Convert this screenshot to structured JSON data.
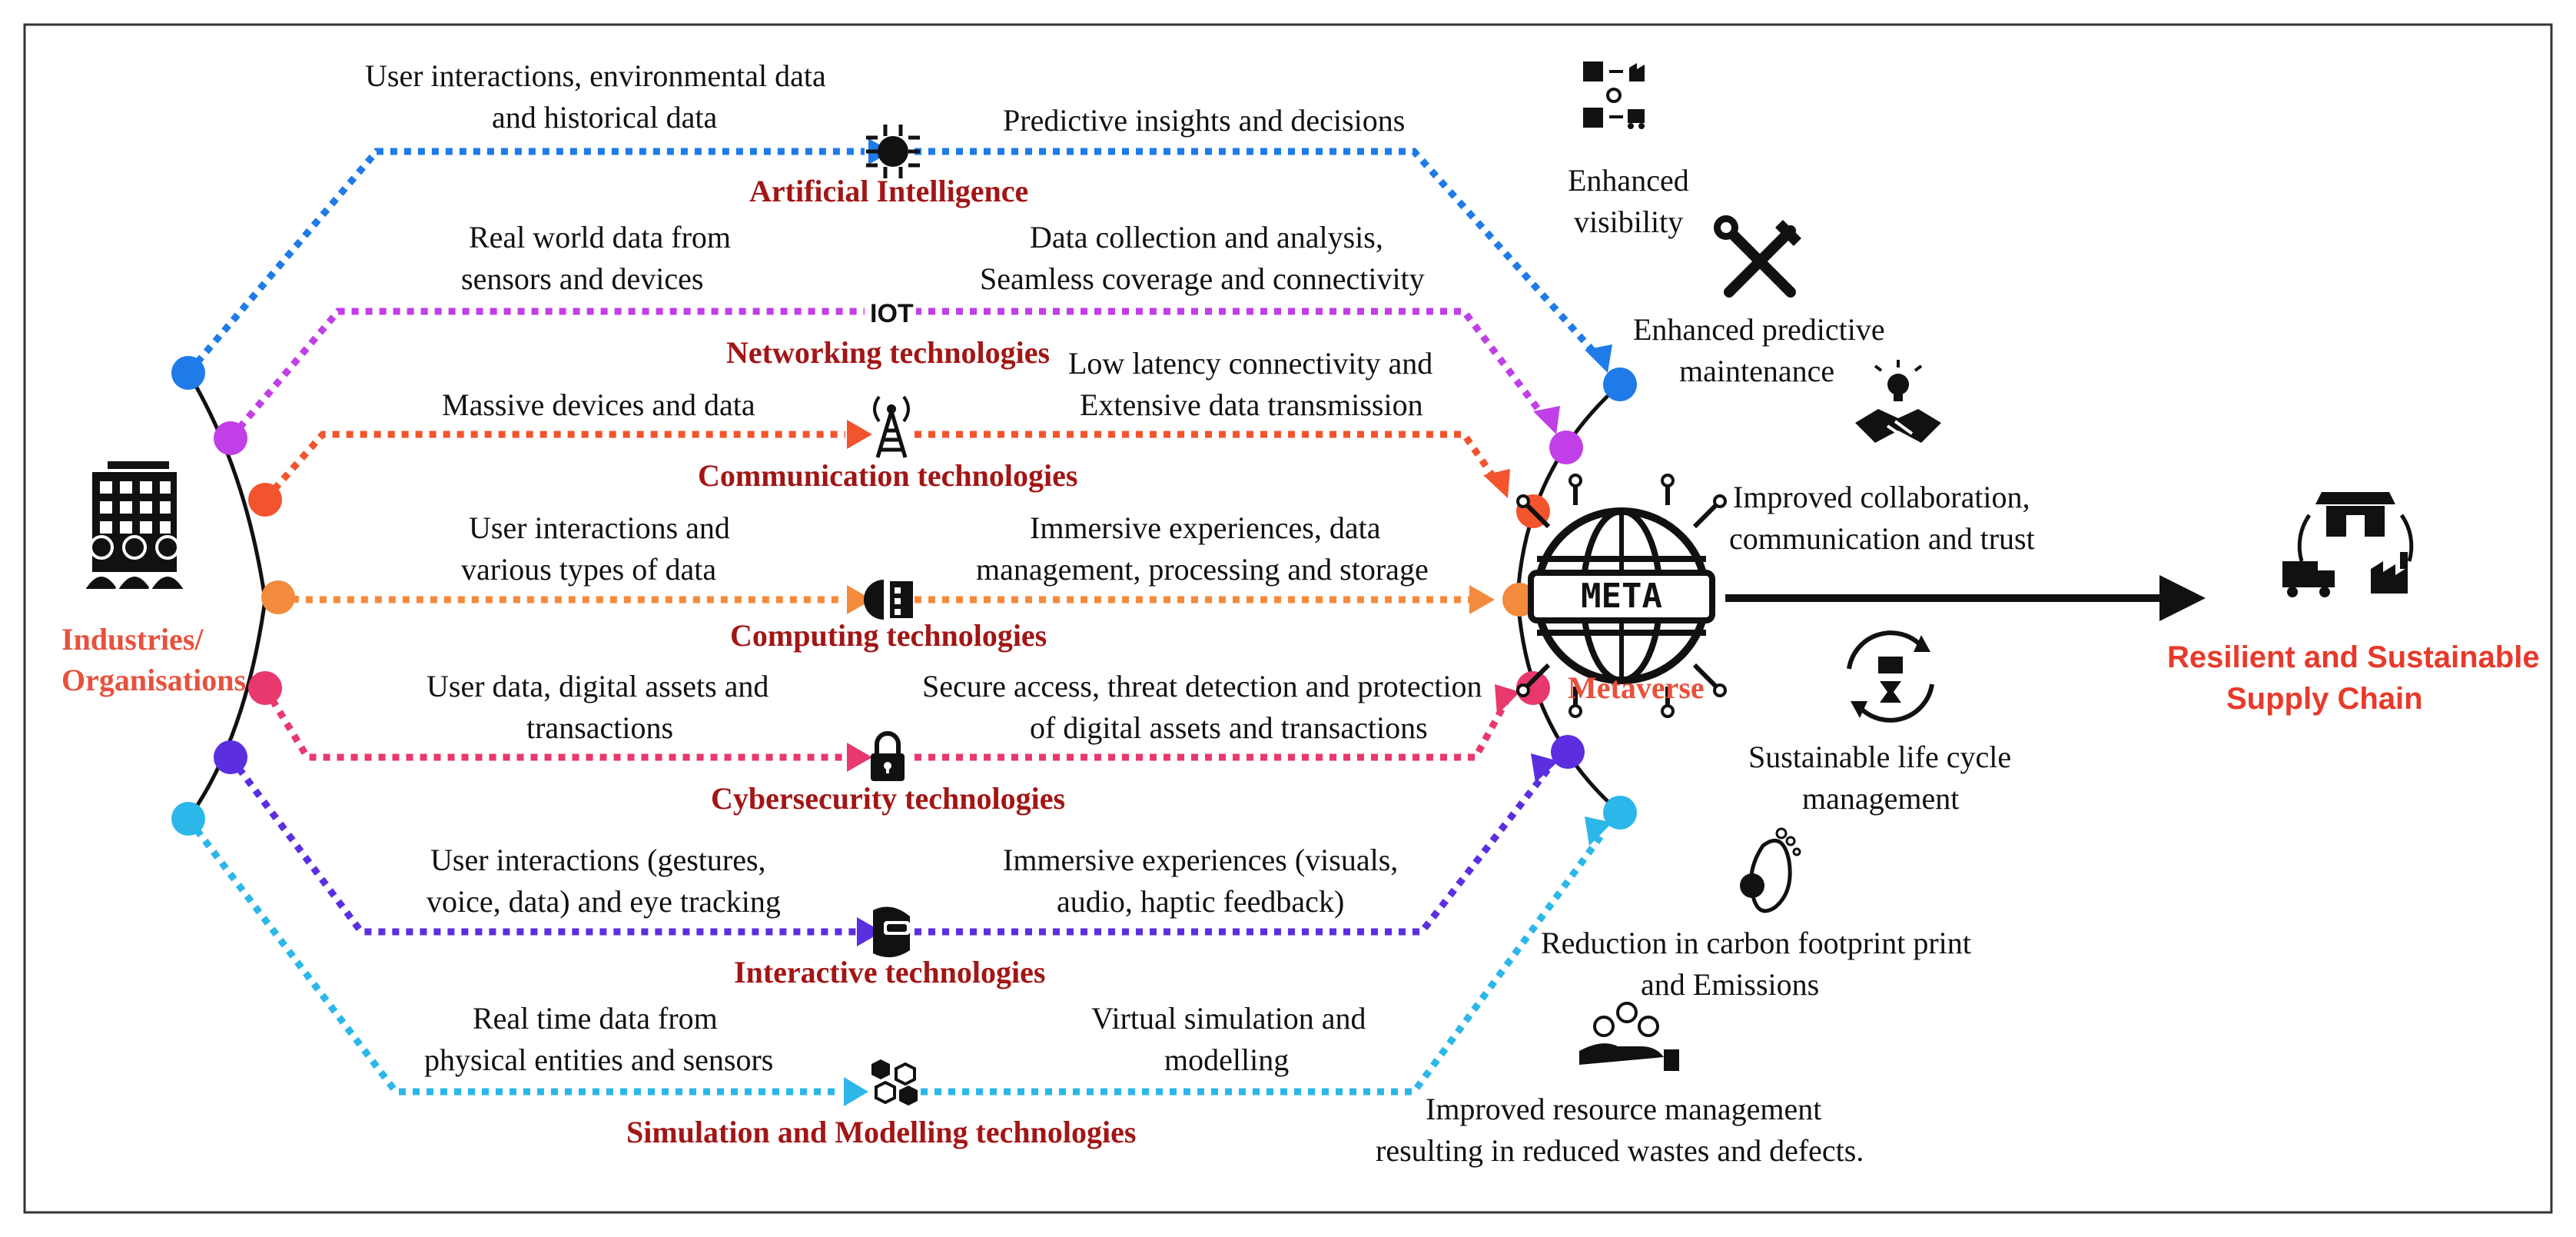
{
  "source": {
    "title_line1": "Industries/",
    "title_line2": "Organisations"
  },
  "hub": {
    "title": "Metaverse",
    "logo_text": "META"
  },
  "output": {
    "title_line1": "Resilient and Sustainable",
    "title_line2": "Supply Chain"
  },
  "lanes": [
    {
      "id": "ai",
      "tech": "Artificial Intelligence",
      "color": "#1e7be8",
      "icon": "ai-chip-icon",
      "in_line1": "User interactions, environmental data",
      "in_line2": "and historical data",
      "out_line1": "Predictive insights and decisions",
      "out_line2": ""
    },
    {
      "id": "net",
      "tech": "Networking technologies",
      "color": "#c13fe6",
      "icon": "iot-icon",
      "in_line1": "Real world data from",
      "in_line2": "sensors and devices",
      "out_line1": "Data collection and analysis,",
      "out_line2": "Seamless coverage and connectivity"
    },
    {
      "id": "comm",
      "tech": "Communication technologies",
      "color": "#f2542d",
      "icon": "antenna-tower-icon",
      "in_line1": "Massive devices and data",
      "in_line2": "",
      "out_line1": "Low latency connectivity and",
      "out_line2": "Extensive  data transmission"
    },
    {
      "id": "comp",
      "tech": "Computing technologies",
      "color": "#f48a3c",
      "icon": "computing-chip-icon",
      "in_line1": "User interactions and",
      "in_line2": "various types of data",
      "out_line1": "Immersive experiences, data",
      "out_line2": "management, processing and storage"
    },
    {
      "id": "cyber",
      "tech": "Cybersecurity technologies",
      "color": "#e8386d",
      "icon": "padlock-icon",
      "in_line1": "User data, digital assets and",
      "in_line2": "transactions",
      "out_line1": "Secure access, threat detection and protection",
      "out_line2": "of digital assets and transactions"
    },
    {
      "id": "inter",
      "tech": "Interactive technologies",
      "color": "#5b2ee0",
      "icon": "vr-headset-icon",
      "in_line1": "User interactions (gestures,",
      "in_line2": "voice, data) and eye tracking",
      "out_line1": "Immersive experiences (visuals,",
      "out_line2": "audio, haptic feedback)"
    },
    {
      "id": "sim",
      "tech": "Simulation and Modelling technologies",
      "color": "#2bb7ea",
      "icon": "simulation-cubes-icon",
      "in_line1": "Real time data from",
      "in_line2": "physical entities and sensors",
      "out_line1": "Virtual simulation and",
      "out_line2": "modelling"
    }
  ],
  "benefits": [
    {
      "id": "visibility",
      "icon": "supply-flow-icon",
      "line1": "Enhanced",
      "line2": "visibility"
    },
    {
      "id": "maintenance",
      "icon": "tools-icon",
      "line1": "Enhanced predictive",
      "line2": "maintenance"
    },
    {
      "id": "collab",
      "icon": "handshake-icon",
      "line1": "Improved collaboration,",
      "line2": "communication and trust"
    },
    {
      "id": "lifecycle",
      "icon": "lifecycle-icon",
      "line1": "Sustainable life cycle",
      "line2": "management"
    },
    {
      "id": "carbon",
      "icon": "footprint-icon",
      "line1": "Reduction in carbon footprint print",
      "line2": "and Emissions"
    },
    {
      "id": "resource",
      "icon": "resource-management-icon",
      "line1": "Improved resource management",
      "line2": "resulting in reduced wastes and defects."
    }
  ],
  "colors": {
    "frame": "#333333",
    "arc": "#111111",
    "text": "#111111",
    "tech_label": "#a31515",
    "hub_label": "#e8513c",
    "output_label": "#e8392b"
  }
}
